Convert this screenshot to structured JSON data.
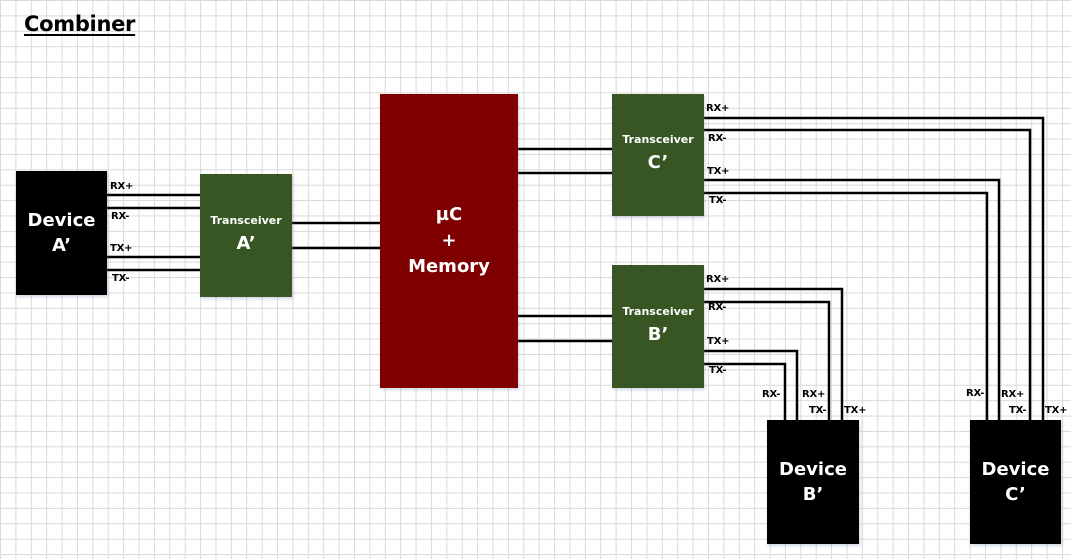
{
  "title": "Combiner",
  "colors": {
    "device": "#000000",
    "transceiver": "#375623",
    "mcu": "#7f0000",
    "wire": "#000000"
  },
  "blocks": {
    "device_a": {
      "line1": "Device",
      "line2": "A’"
    },
    "transceiver_a": {
      "line1": "Transceiver",
      "line2": "A’"
    },
    "mcu": {
      "line1": "µC",
      "line2": "+",
      "line3": "Memory"
    },
    "transceiver_c": {
      "line1": "Transceiver",
      "line2": "C’"
    },
    "transceiver_b": {
      "line1": "Transceiver",
      "line2": "B’"
    },
    "device_b": {
      "line1": "Device",
      "line2": "B’"
    },
    "device_c": {
      "line1": "Device",
      "line2": "C’"
    }
  },
  "pins": {
    "device_a": [
      "RX+",
      "RX-",
      "TX+",
      "TX-"
    ],
    "transceiver_c": [
      "RX+",
      "RX-",
      "TX+",
      "TX-"
    ],
    "transceiver_b": [
      "RX+",
      "RX-",
      "TX+",
      "TX-"
    ],
    "device_b": [
      "RX-",
      "RX+",
      "TX-",
      "TX+"
    ],
    "device_c": [
      "RX-",
      "RX+",
      "TX-",
      "TX+"
    ]
  }
}
